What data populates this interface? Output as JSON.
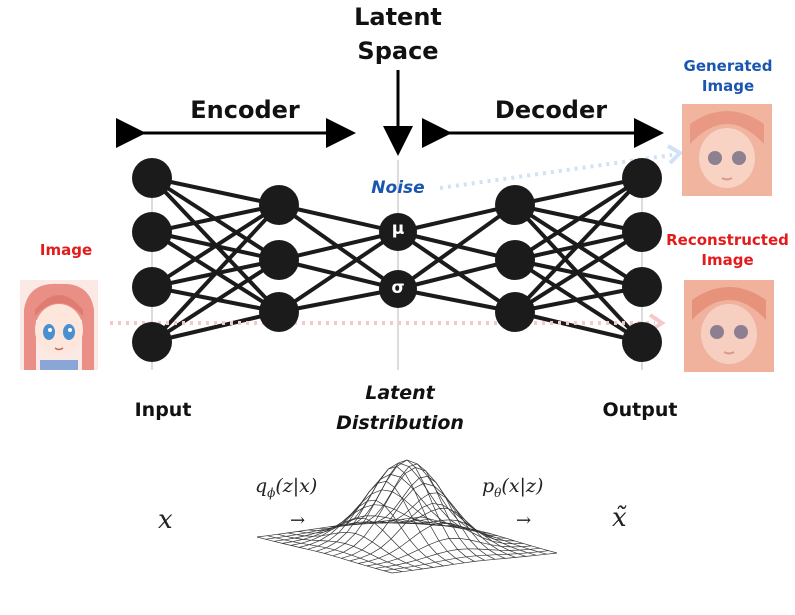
{
  "titles": {
    "latent_space": [
      "Latent",
      "Space"
    ],
    "encoder": "Encoder",
    "decoder": "Decoder"
  },
  "labels": {
    "image": "Image",
    "noise": "Noise",
    "mu": "μ",
    "sigma": "σ",
    "generated": [
      "Generated",
      "Image"
    ],
    "reconstructed": [
      "Reconstructed",
      "Image"
    ],
    "input": "Input",
    "output": "Output",
    "latent_distribution": [
      "Latent",
      "Distribution"
    ]
  },
  "formula": {
    "x": "x",
    "q": "q",
    "q_sub": "ϕ",
    "q_args": "(z|x)",
    "p": "p",
    "p_sub": "θ",
    "p_args": "(x|z)",
    "arrow": "→",
    "xtilde": "x̃"
  },
  "colors": {
    "node": "#1b1b1b",
    "edge": "#1b1b1b",
    "image_label": "#e31b1b",
    "generated_label": "#1a56b0",
    "reconstruct_arrow": "#f6c9c9",
    "noise_arrow": "#cfe2f6"
  },
  "network": {
    "layers": [
      4,
      3,
      2,
      3,
      4
    ]
  }
}
